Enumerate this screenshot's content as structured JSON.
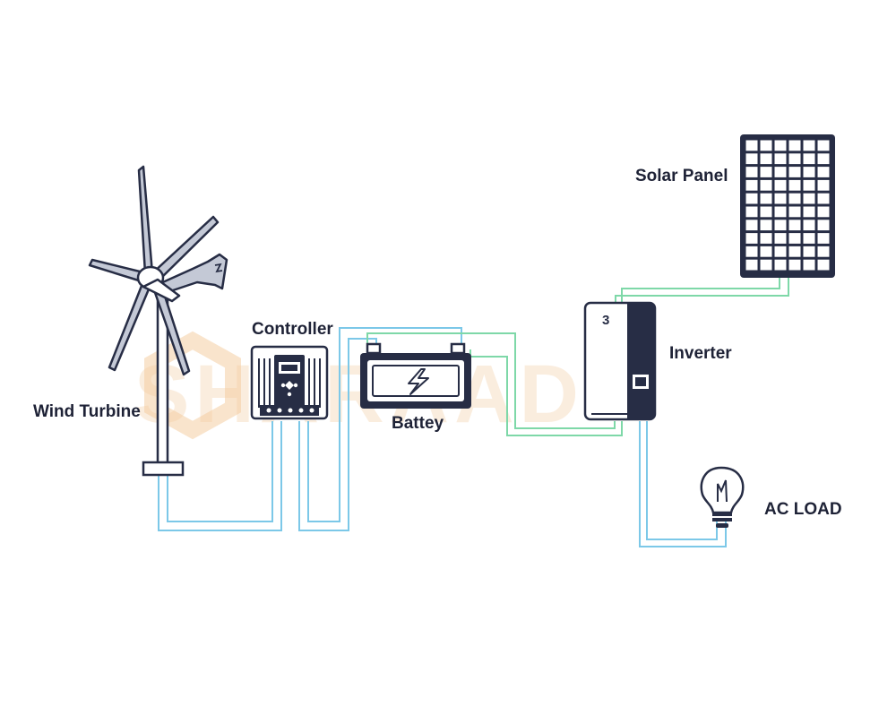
{
  "labels": {
    "wind_turbine": "Wind Turbine",
    "controller": "Controller",
    "battery": "Battey",
    "inverter": "Inverter",
    "solar_panel": "Solar Panel",
    "ac_load": "AC LOAD"
  },
  "watermark": {
    "text": "SHARAAD"
  },
  "inverter_display": {
    "digit": "3"
  },
  "colors": {
    "dc_wire": "#7cc8e8",
    "ac_wire": "#7ed8a8",
    "device_dark": "#272d45",
    "turbine_blade": "#c4c9d6",
    "watermark": "#f3c99a"
  }
}
